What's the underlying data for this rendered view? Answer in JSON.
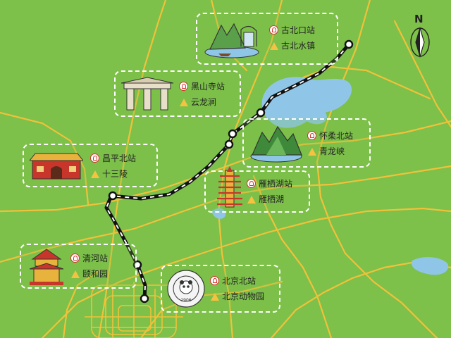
{
  "colors": {
    "land": "#7dc04a",
    "roads": "#f0c23a",
    "water": "#8fc6e8",
    "railway_dark": "#111111",
    "railway_light": "#ffffff",
    "station_icon": "#d4312d",
    "attraction_icon": "#f5c242"
  },
  "compass": {
    "label": "N"
  },
  "stops": [
    {
      "station": "古北口站",
      "attraction": "古北水镇",
      "illustration": "mountain-lake-town-illustration"
    },
    {
      "station": "黑山寺站",
      "attraction": "云龙涧",
      "illustration": "stone-gate-illustration"
    },
    {
      "station": "怀柔北站",
      "attraction": "青龙峡",
      "illustration": "green-gorge-illustration"
    },
    {
      "station": "昌平北站",
      "attraction": "十三陵",
      "illustration": "ming-tomb-gate-illustration"
    },
    {
      "station": "雁栖湖站",
      "attraction": "雁栖湖",
      "illustration": "pagoda-illustration"
    },
    {
      "station": "清河站",
      "attraction": "颐和园",
      "illustration": "tower-pavilion-illustration"
    },
    {
      "station": "北京北站",
      "attraction": "北京动物园",
      "illustration": "zoo-badge-illustration"
    }
  ],
  "zoo_badge": {
    "year": "1906"
  },
  "icons": {
    "station": "railway-station-icon",
    "attraction": "scenic-spot-icon"
  }
}
